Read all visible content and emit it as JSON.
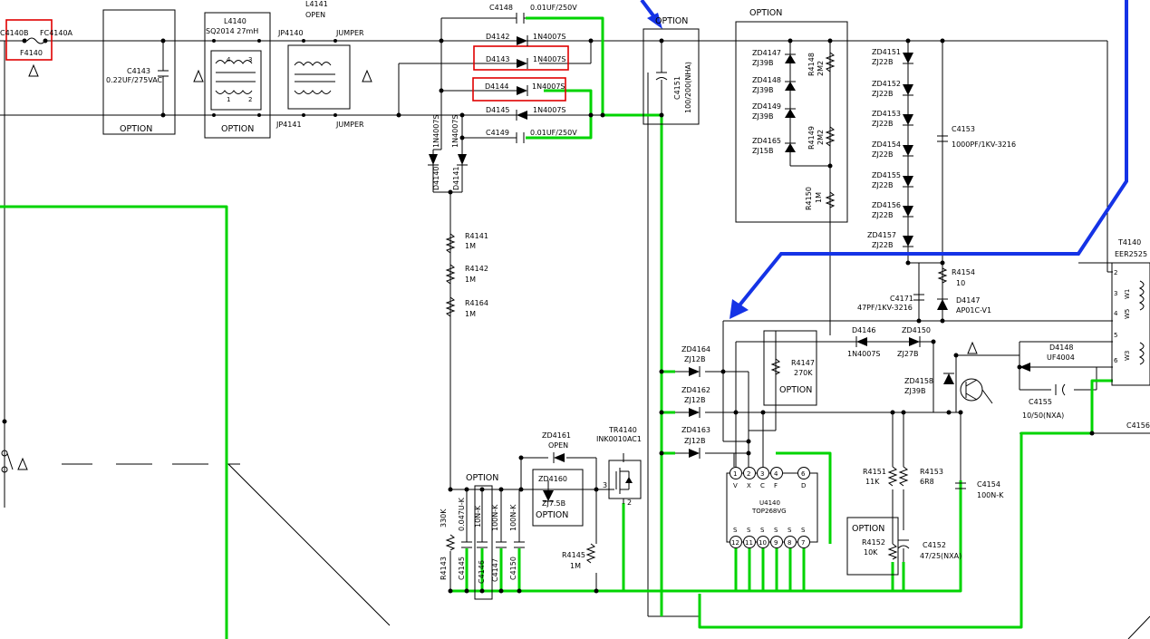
{
  "colors": {
    "wire": "#000000",
    "ground_trace": "#00d400",
    "highlight_box": "#e00000",
    "arrow": "#1533e6"
  },
  "labels": {
    "C4140B": "C4140B",
    "FC4140A": "FC4140A",
    "F4140": "F4140",
    "C4143": "C4143",
    "C4143_val": "0.22UF/275VAC",
    "L4140": "L4140",
    "L4140_val": "SQ2014 27mH",
    "L4141": "L4141",
    "L4141_open": "OPEN",
    "JP4140": "JP4140",
    "JP4141": "JP4141",
    "jumper_top": "JUMPER",
    "jumper_bot": "JUMPER",
    "C4148": "C4148",
    "C4148_val": "0.01UF/250V",
    "C4149": "C4149",
    "C4149_val": "0.01UF/250V",
    "D4142": "D4142",
    "D4143": "D4143",
    "D4144": "D4144",
    "D4145": "D4145",
    "d_1n4007s": "1N4007S",
    "D4140": "D4140",
    "D4141": "D4141",
    "C4151": "C4151",
    "C4151_val": "100/200(NHA)",
    "ZD4147": "ZD4147",
    "ZD4148": "ZD4148",
    "ZD4149": "ZD4149",
    "ZD4165": "ZD4165",
    "zj39b": "ZJ39B",
    "zj15b": "ZJ15B",
    "zj22b": "ZJ22B",
    "zj12b": "ZJ12B",
    "zj27b": "ZJ27B",
    "zj75b": "ZJ7.5B",
    "R4148": "R4148",
    "R4149": "R4149",
    "r_2m2": "2M2",
    "R4150": "R4150",
    "r_1m": "1M",
    "ZD4151": "ZD4151",
    "ZD4152": "ZD4152",
    "ZD4153": "ZD4153",
    "ZD4154": "ZD4154",
    "ZD4155": "ZD4155",
    "ZD4156": "ZD4156",
    "ZD4157": "ZD4157",
    "C4153": "C4153",
    "C4153_val": "1000PF/1KV-3216",
    "R4154": "R4154",
    "R4154_val": "10",
    "C4171": "C4171",
    "C4171_val": "47PF/1KV-3216",
    "D4147": "D4147",
    "D4147_val": "AP01C-V1",
    "T4140": "T4140",
    "T4140_val": "EER2525",
    "R4141": "R4141",
    "R4142": "R4142",
    "R4164": "R4164",
    "ZD4164": "ZD4164",
    "ZD4162": "ZD4162",
    "ZD4163": "ZD4163",
    "R4147": "R4147",
    "R4147_val": "270K",
    "D4146": "D4146",
    "ZD4150": "ZD4150",
    "ZD4158": "ZD4158",
    "D4148": "D4148",
    "D4148_val": "UF4004",
    "C4155": "C4155",
    "C4155_val": "10/50(NXA)",
    "C4156": "C4156",
    "ZD4161": "ZD4161",
    "ZD4161_open": "OPEN",
    "ZD4160": "ZD4160",
    "TR4140": "TR4140",
    "TR4140_val": "INK0010AC1",
    "U4140": "U4140",
    "U4140_val": "TOP268VG",
    "R4151": "R4151",
    "R4151_val": "11K",
    "R4153": "R4153",
    "R4153_val": "6R8",
    "C4154": "C4154",
    "C4154_val": "100N-K",
    "R4152": "R4152",
    "R4152_val": "10K",
    "C4152": "C4152",
    "C4152_val": "47/25(NXA)",
    "R4143": "R4143",
    "r_330k": "330K",
    "C4145": "C4145",
    "C4145_val": "0.047U-K",
    "C4146": "C4146",
    "C4147": "C4147",
    "C4147_val": "100N-K",
    "C4150": "C4150",
    "C4150_val": "100N-K",
    "v_10nk": "10N-K",
    "R4145": "R4145",
    "R4145_val": "1M",
    "option": "OPTION",
    "pin1": "1",
    "pin2": "2",
    "pin3": "3",
    "pin4": "4",
    "pin5": "5",
    "pin6": "6",
    "pin7": "7",
    "pin8": "8",
    "pin9": "9",
    "pin10": "10",
    "pin11": "11",
    "pin12": "12",
    "pinV": "V",
    "pinX": "X",
    "pinC": "C",
    "pinF": "F",
    "pinD": "D",
    "pinS": "S",
    "w1": "W1",
    "w5": "W5",
    "w3": "W3",
    "tr_pin2": "2",
    "tr_pin3": "3"
  }
}
